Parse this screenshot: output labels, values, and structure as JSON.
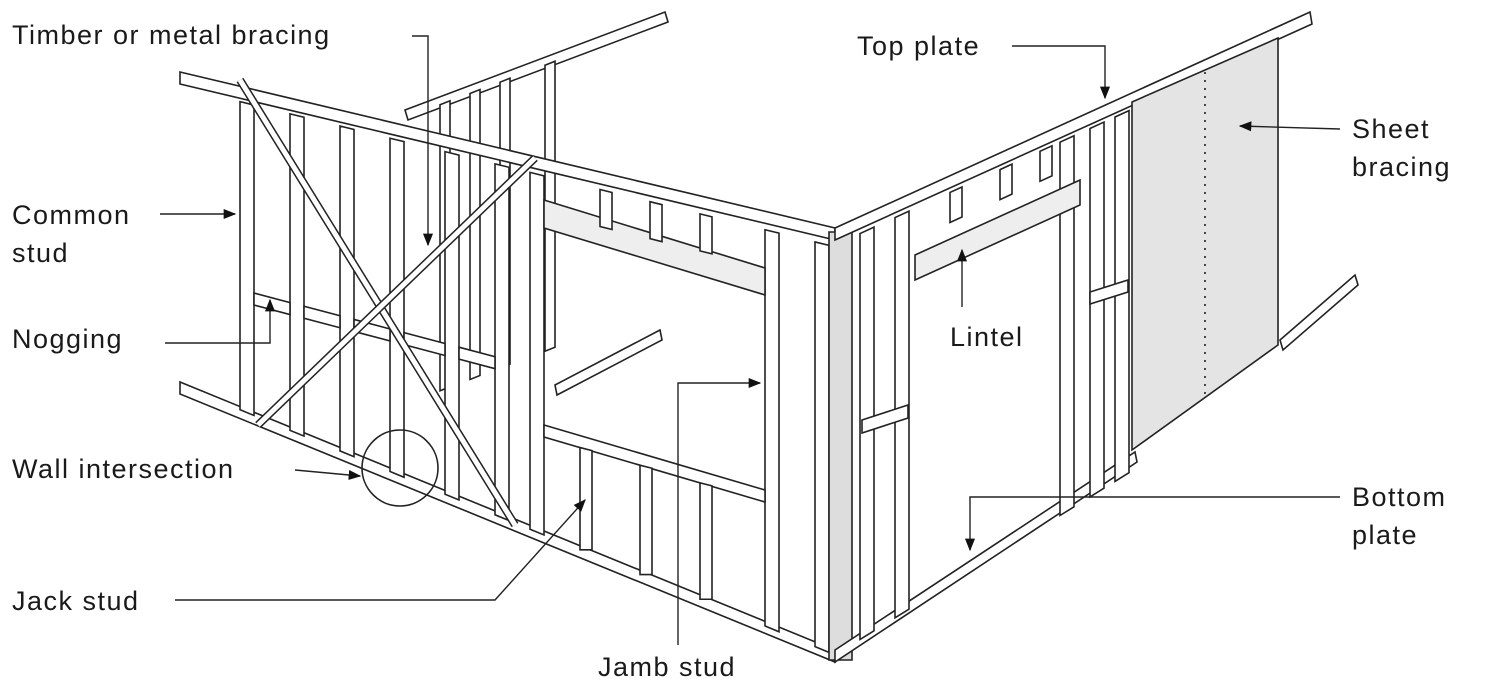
{
  "labels": {
    "timber_bracing": "Timber or metal bracing",
    "top_plate": "Top plate",
    "sheet_bracing_1": "Sheet",
    "sheet_bracing_2": "bracing",
    "common_stud_1": "Common",
    "common_stud_2": "stud",
    "nogging": "Nogging",
    "lintel": "Lintel",
    "wall_intersection": "Wall intersection",
    "bottom_plate_1": "Bottom",
    "bottom_plate_2": "plate",
    "jack_stud": "Jack stud",
    "jamb_stud": "Jamb stud"
  }
}
